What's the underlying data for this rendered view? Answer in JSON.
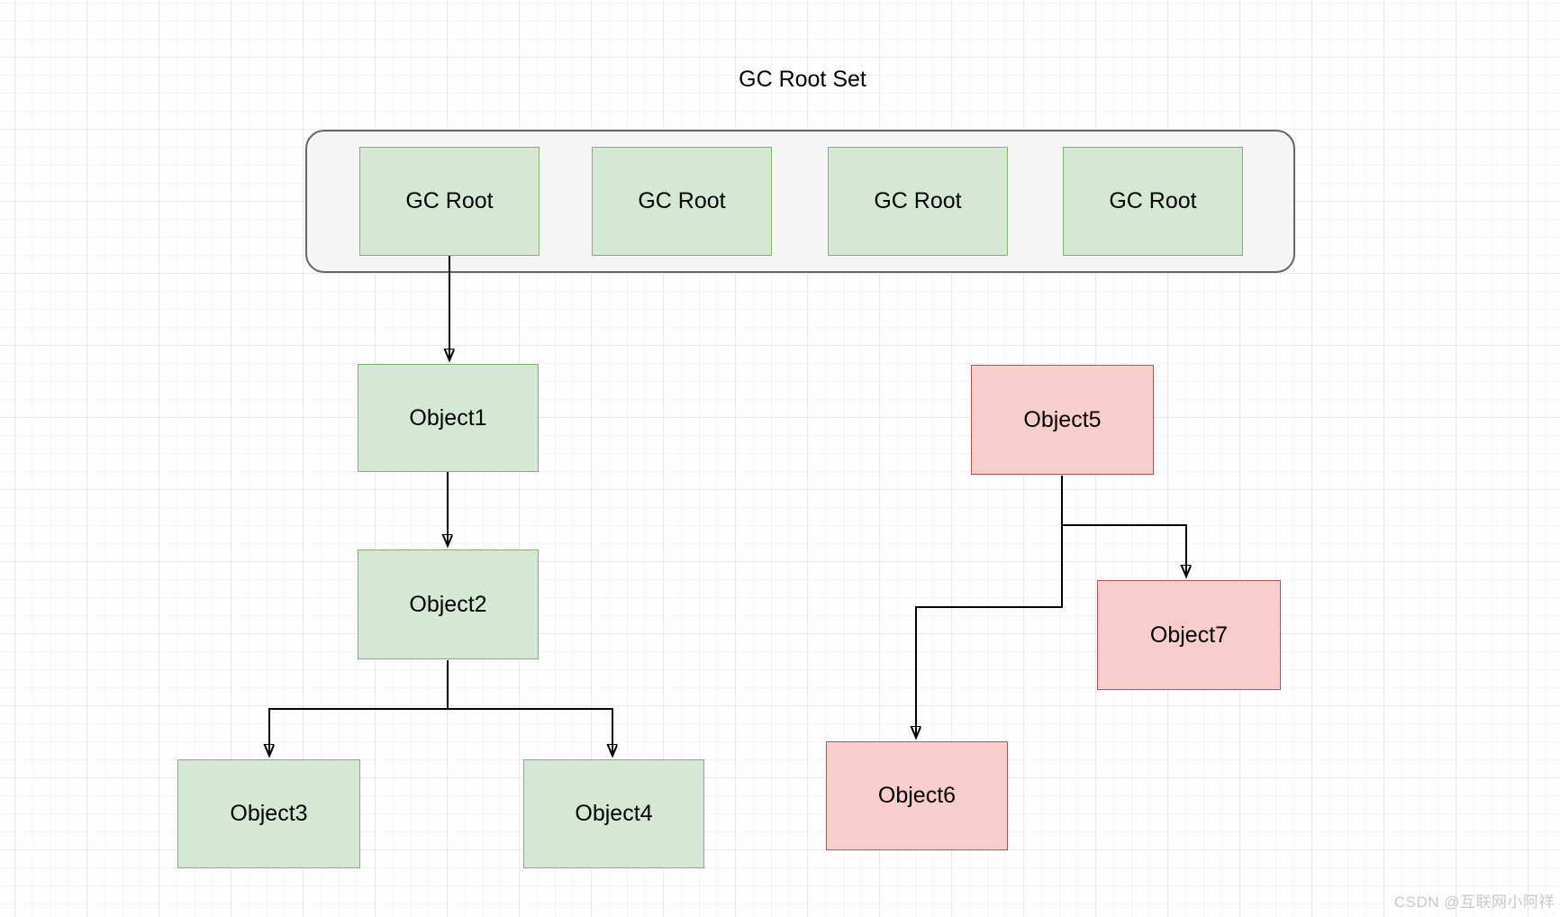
{
  "diagram": {
    "title": "GC Root Set",
    "gc_root_set": {
      "roots": [
        {
          "label": "GC Root"
        },
        {
          "label": "GC Root"
        },
        {
          "label": "GC Root"
        },
        {
          "label": "GC Root"
        }
      ]
    },
    "nodes": {
      "object1": {
        "label": "Object1",
        "state": "reachable"
      },
      "object2": {
        "label": "Object2",
        "state": "reachable"
      },
      "object3": {
        "label": "Object3",
        "state": "reachable"
      },
      "object4": {
        "label": "Object4",
        "state": "reachable"
      },
      "object5": {
        "label": "Object5",
        "state": "unreachable"
      },
      "object6": {
        "label": "Object6",
        "state": "unreachable"
      },
      "object7": {
        "label": "Object7",
        "state": "unreachable"
      }
    },
    "edges": [
      {
        "from": "gc-root-1",
        "to": "object1"
      },
      {
        "from": "object1",
        "to": "object2"
      },
      {
        "from": "object2",
        "to": "object3"
      },
      {
        "from": "object2",
        "to": "object4"
      },
      {
        "from": "object5",
        "to": "object7"
      },
      {
        "from": "object5",
        "to": "object6"
      }
    ],
    "colors": {
      "reachable_fill": "#d5e8d4",
      "reachable_border": "#82b366",
      "unreachable_fill": "#f8cecc",
      "unreachable_border": "#b85450",
      "container_fill": "#f5f5f5",
      "container_border": "#666666",
      "connector": "#000000",
      "grid_major": "#e9e9e9",
      "grid_minor": "#f5f5f5"
    }
  },
  "watermark": {
    "text": "CSDN @互联网小阿祥",
    "color": "#c9c9c9"
  }
}
